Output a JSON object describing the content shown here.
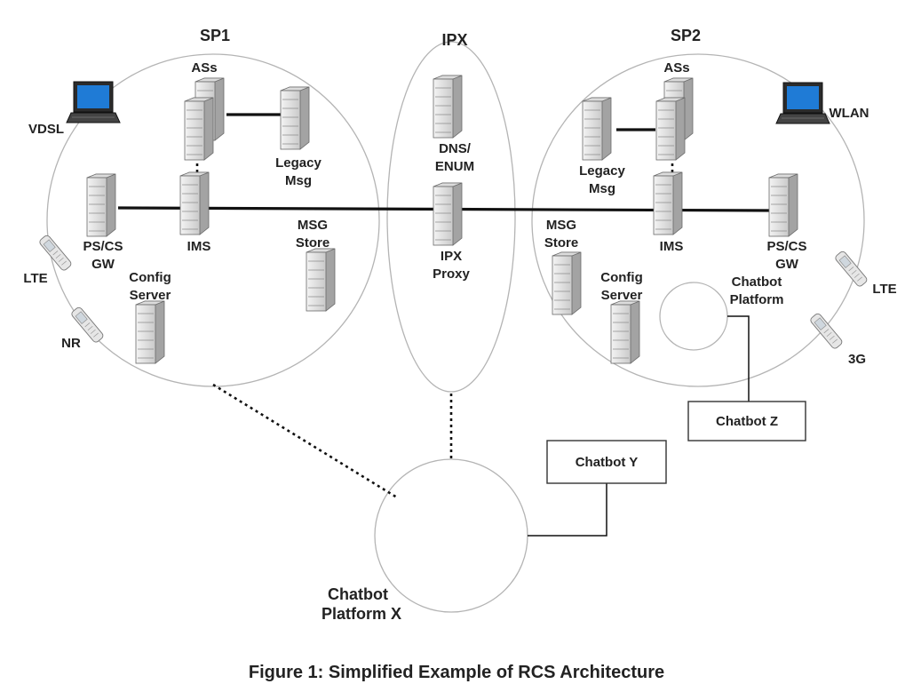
{
  "diagram": {
    "zones": {
      "sp1": "SP1",
      "ipx": "IPX",
      "sp2": "SP2"
    },
    "sp1": {
      "ass": "ASs",
      "legacy_msg": [
        "Legacy",
        "Msg"
      ],
      "ims": "IMS",
      "ps_cs_gw": [
        "PS/CS",
        "GW"
      ],
      "msg_store": [
        "MSG",
        "Store"
      ],
      "config_server": [
        "Config",
        "Server"
      ],
      "vdsl": "VDSL",
      "lte": "LTE",
      "nr": "NR"
    },
    "ipx": {
      "dns_enum": [
        "DNS/",
        "ENUM"
      ],
      "ipx_proxy": [
        "IPX",
        "Proxy"
      ]
    },
    "sp2": {
      "ass": "ASs",
      "legacy_msg": [
        "Legacy",
        "Msg"
      ],
      "ims": "IMS",
      "ps_cs_gw": [
        "PS/CS",
        "GW"
      ],
      "msg_store": [
        "MSG",
        "Store"
      ],
      "config_server": [
        "Config",
        "Server"
      ],
      "chatbot_platform": [
        "Chatbot",
        "Platform"
      ],
      "wlan": "WLAN",
      "lte": "LTE",
      "g3": "3G"
    },
    "chatbot_platform_x": [
      "Chatbot",
      "Platform X"
    ],
    "chatbot_y": "Chatbot Y",
    "chatbot_z": "Chatbot Z"
  },
  "caption": "Figure 1: Simplified Example of RCS Architecture",
  "colors": {
    "server_light": "#e8e8e8",
    "server_dark": "#9a9a9a",
    "screen_blue": "#1f7bd6",
    "zone_outline": "#b4b4b4",
    "line": "#111111"
  }
}
